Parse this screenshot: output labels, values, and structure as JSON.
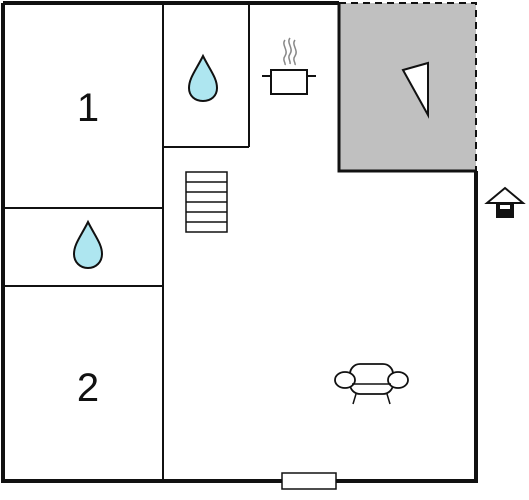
{
  "floor_plan": {
    "rooms": [
      {
        "id": "bedroom-1",
        "label": "1"
      },
      {
        "id": "bedroom-2",
        "label": "2"
      }
    ],
    "icons": [
      {
        "name": "water-drop-icon",
        "meaning": "bathroom"
      },
      {
        "name": "cooking-pot-icon",
        "meaning": "kitchen"
      },
      {
        "name": "stairs-icon",
        "meaning": "stairs"
      },
      {
        "name": "terrace-icon",
        "meaning": "terrace"
      },
      {
        "name": "sofa-icon",
        "meaning": "living room"
      },
      {
        "name": "entrance-house-icon",
        "meaning": "entrance"
      },
      {
        "name": "window-icon",
        "meaning": "window"
      }
    ],
    "colors": {
      "wall": "#111111",
      "water": "#aee6f0",
      "terrace": "#c0c0c0",
      "background": "#ffffff"
    }
  }
}
